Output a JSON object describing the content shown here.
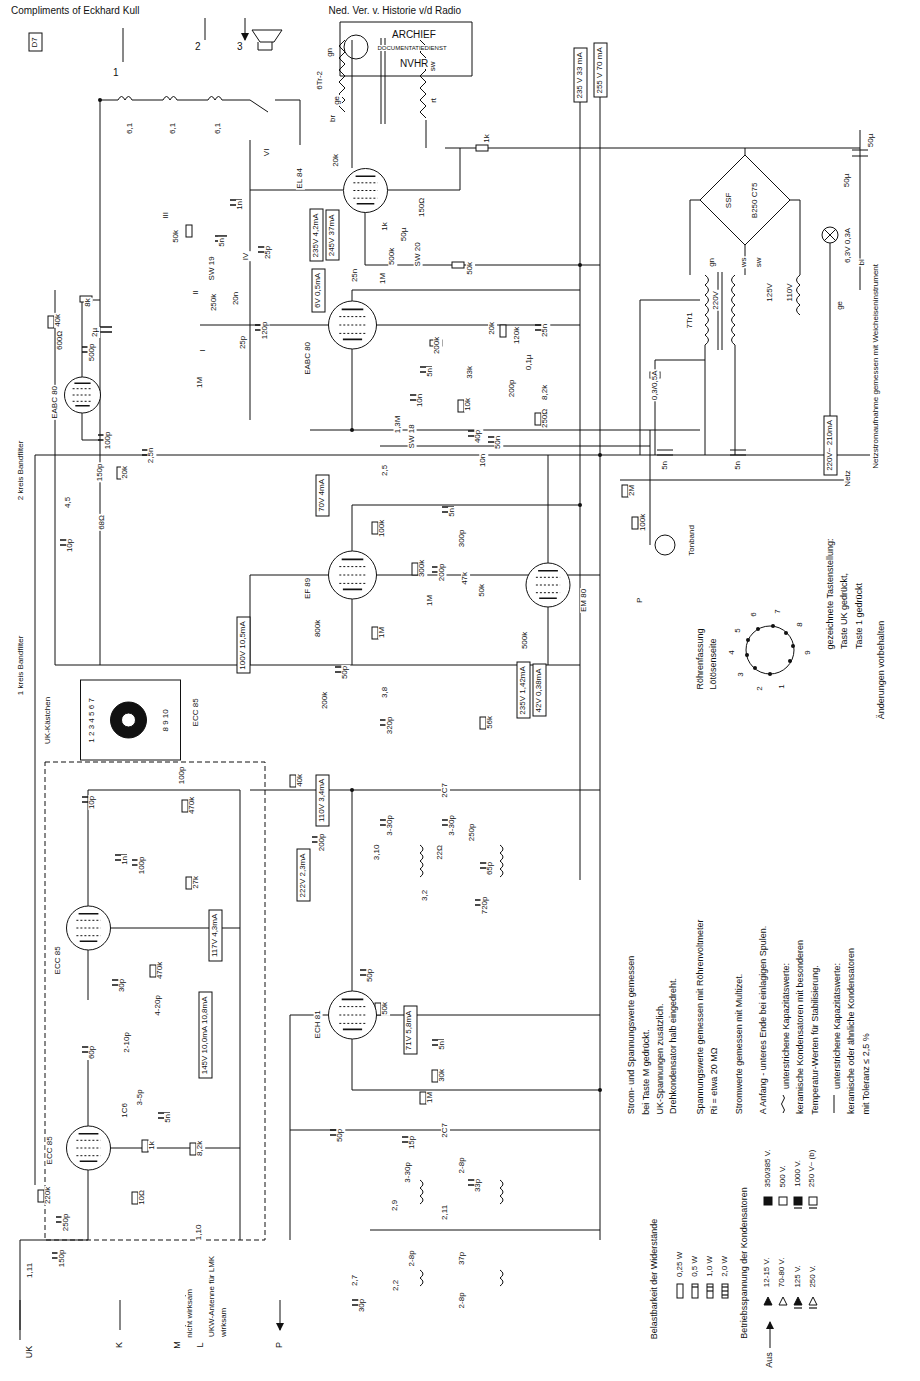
{
  "diagram": {
    "nodes": [
      {
        "text": [
          "EL 84"
        ]
      },
      {
        "text": [
          "EABC 80"
        ]
      },
      {
        "text": [
          "EABC 80"
        ]
      },
      {
        "text": [
          "EF 89"
        ]
      },
      {
        "text": [
          "EM 80"
        ]
      },
      {
        "text": [
          "ECH 81"
        ]
      },
      {
        "text": [
          "UK-Kästchen",
          "1 2 3 4 5 6 7",
          "ECC 85",
          "8 9 10"
        ]
      },
      {
        "text": [
          "ECC 85"
        ]
      },
      {
        "text": [
          "ECC 85"
        ]
      },
      {
        "text": [
          "SSF",
          "B250 C75"
        ]
      },
      {
        "text": [
          "235 V 33 mA"
        ]
      },
      {
        "text": [
          "255 V 70 mA"
        ]
      },
      {
        "text": [
          "235V 4,2mA"
        ]
      },
      {
        "text": [
          "245V 37mA"
        ]
      },
      {
        "text": [
          "6V 0,5mA"
        ]
      },
      {
        "text": [
          "70V 4mA"
        ]
      },
      {
        "text": [
          "100V 10,5mA"
        ]
      },
      {
        "text": [
          "235V 1,42mA"
        ]
      },
      {
        "text": [
          "42V 0,38mA"
        ]
      },
      {
        "text": [
          "110V 3,4mA"
        ]
      },
      {
        "text": [
          "222V 2,3mA"
        ]
      },
      {
        "text": [
          "71V 5,8mA"
        ]
      },
      {
        "text": [
          "117V 4,3mA"
        ]
      },
      {
        "text": [
          "145V 10,0mA 10,8mA"
        ]
      },
      {
        "text": [
          "220V~ 210mA"
        ]
      },
      {
        "text": [
          "D7"
        ]
      }
    ],
    "labels": [
      "Compliments of Eckhard Kull",
      "Ned. Ver. v. Historie v/d Radio",
      "ARCHIEF",
      "DOCUMENTATIEDIENST",
      "NVHR",
      "1",
      "2",
      "3",
      "6,1",
      "6,1",
      "6,1",
      "VI",
      "gn",
      "sw",
      "ge",
      "br",
      "rt",
      "6Tr-2",
      "1k",
      "50µ",
      "50µ",
      "1n",
      "20k",
      "150Ω",
      "1k",
      "50µ",
      "500k",
      "SW 20",
      "1M",
      "50k",
      "25n",
      "III",
      "50k",
      "5n",
      "IV",
      "25p",
      "SW 19",
      "II",
      "250k",
      "20n",
      "120p",
      "25p",
      "I",
      "1M",
      "8k",
      "40k",
      "2µ",
      "600Ω",
      "500p",
      "100p",
      "150p",
      "20k",
      "2,5n",
      "4,5",
      "10p",
      "68Ω",
      "2 kreis Bandfilter",
      "200k",
      "20k",
      "120k",
      "5n",
      "33k",
      "25n",
      "0,1µ",
      "200p",
      "10k",
      "8,2k",
      "250Ω",
      "10n",
      "1,3M",
      "SW 18",
      "40p",
      "10n",
      "50n",
      "2M",
      "100k",
      "Tonband",
      "P",
      "Netz",
      "2,5",
      "100k",
      "300k",
      "200p",
      "1M",
      "47k",
      "50k",
      "5n",
      "300p",
      "500k",
      "1M",
      "200k",
      "50p",
      "800k",
      "1 kreis Bandfilter",
      "56k",
      "320p",
      "3,8",
      "40k",
      "2C7",
      "200p",
      "3-30p",
      "3-30p",
      "250p",
      "65p",
      "22Ω",
      "720p",
      "3,10",
      "3,2",
      "50p",
      "50k",
      "5n",
      "30k",
      "1M",
      "50p",
      "2C7",
      "15p",
      "3-30p",
      "2-8p",
      "33p",
      "2,9",
      "2,11",
      "2-8p",
      "2,2",
      "37p",
      "2-8p",
      "2,7",
      "30p",
      "100p",
      "470k",
      "27k",
      "10p",
      "1n",
      "100p",
      "30p",
      "470k",
      "4-20p",
      "2-10p",
      "60p",
      "3-5p",
      "1C6",
      "5n",
      "1k",
      "8,2k",
      "220k",
      "250p",
      "10Ω",
      "150p",
      "1,11",
      "1,10",
      "UKW-Antenne für LMK",
      "wirksam",
      "nicht wirksam",
      "UK",
      "K",
      "M",
      "L",
      "P",
      "Aus",
      "Belastbarkeit der Widerstände",
      "Betriebsspannung der Kondensatoren",
      "Strom- und Spannungswerte gemessen",
      "bei Taste M gedrückt.",
      "UK-Spannungen zusätzlich.",
      "Drehkondensator halb eingedreht.",
      "Spannungswerte gemessen mit Röhrenvoltmeter",
      "Ri = etwa 20 MΩ",
      "Stromwerte gemessen mit Multizet.",
      "A Anfang - unteres Ende bei einlagigen Spulen.",
      "unterstrichene Kapazitätswerte:",
      "keramische Kondensatoren mit besonderen",
      "Temperatur-Werten für Stabilisierung.",
      "unterstrichene Kapazitätswerte:",
      "keramische oder ähnliche Kondensatoren",
      "mit Toleranz ≤ 2,5 %",
      "Röhrenfassung",
      "Lötösenseite",
      "1",
      "2",
      "3",
      "4",
      "5",
      "6",
      "7",
      "8",
      "9",
      "gezeichnete Tastenstellung:",
      "Taste UK gedrückt,",
      "Taste 1 gedrückt",
      "Änderungen vorbehalten",
      "Netzstromaufnahme gemessen mit Weicheiseninstrument",
      "7Tr1",
      "220V",
      "gn",
      "ws",
      "sw",
      "125V",
      "110V",
      "ge",
      "0,3/0,5A",
      "5n",
      "5n",
      "6,3V 0,3A",
      "bl"
    ],
    "legend": [
      {
        "text": "0,25 W"
      },
      {
        "text": "0,5 W"
      },
      {
        "text": "1,0 W"
      },
      {
        "text": "2,0 W"
      },
      {
        "text": "12-15 V."
      },
      {
        "text": "70-80 V."
      },
      {
        "text": "125 V."
      },
      {
        "text": "250 V."
      },
      {
        "text": "350/385 V."
      },
      {
        "text": "500 V."
      },
      {
        "text": "1000 V."
      },
      {
        "text": "250 V~ (b)"
      }
    ]
  }
}
